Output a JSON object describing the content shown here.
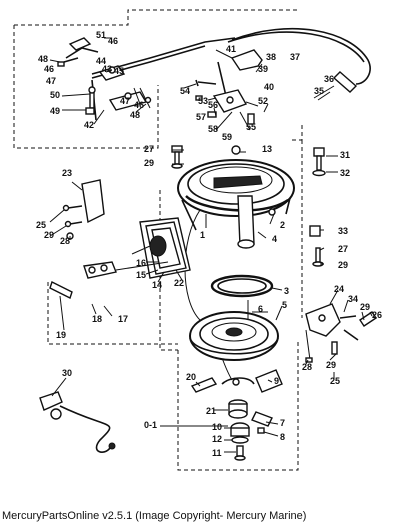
{
  "callouts": [
    {
      "label": "51"
    },
    {
      "label": "46"
    },
    {
      "label": "48"
    },
    {
      "label": "46"
    },
    {
      "label": "47"
    },
    {
      "label": "44"
    },
    {
      "label": "43"
    },
    {
      "label": "45"
    },
    {
      "label": "50"
    },
    {
      "label": "49"
    },
    {
      "label": "47"
    },
    {
      "label": "46"
    },
    {
      "label": "42"
    },
    {
      "label": "48"
    },
    {
      "label": "41"
    },
    {
      "label": "38"
    },
    {
      "label": "39"
    },
    {
      "label": "37"
    },
    {
      "label": "40"
    },
    {
      "label": "54"
    },
    {
      "label": "53"
    },
    {
      "label": "56"
    },
    {
      "label": "52"
    },
    {
      "label": "57"
    },
    {
      "label": "58"
    },
    {
      "label": "59"
    },
    {
      "label": "55"
    },
    {
      "label": "36"
    },
    {
      "label": "35"
    },
    {
      "label": "27"
    },
    {
      "label": "29"
    },
    {
      "label": "13"
    },
    {
      "label": "31"
    },
    {
      "label": "32"
    },
    {
      "label": "23"
    },
    {
      "label": "25"
    },
    {
      "label": "29"
    },
    {
      "label": "28"
    },
    {
      "label": "1"
    },
    {
      "label": "2"
    },
    {
      "label": "4"
    },
    {
      "label": "33"
    },
    {
      "label": "27"
    },
    {
      "label": "29"
    },
    {
      "label": "16"
    },
    {
      "label": "15"
    },
    {
      "label": "14"
    },
    {
      "label": "22"
    },
    {
      "label": "3"
    },
    {
      "label": "6"
    },
    {
      "label": "5"
    },
    {
      "label": "24"
    },
    {
      "label": "34"
    },
    {
      "label": "29"
    },
    {
      "label": "26"
    },
    {
      "label": "28"
    },
    {
      "label": "29"
    },
    {
      "label": "25"
    },
    {
      "label": "18"
    },
    {
      "label": "17"
    },
    {
      "label": "19"
    },
    {
      "label": "30"
    },
    {
      "label": "20"
    },
    {
      "label": "9"
    },
    {
      "label": "21"
    },
    {
      "label": "7"
    },
    {
      "label": "8"
    },
    {
      "label": "0-1"
    },
    {
      "label": "10"
    },
    {
      "label": "12"
    },
    {
      "label": "11"
    }
  ],
  "footer": "MercuryPartsOnline v2.5.1 (Image Copyright- Mercury Marine)"
}
